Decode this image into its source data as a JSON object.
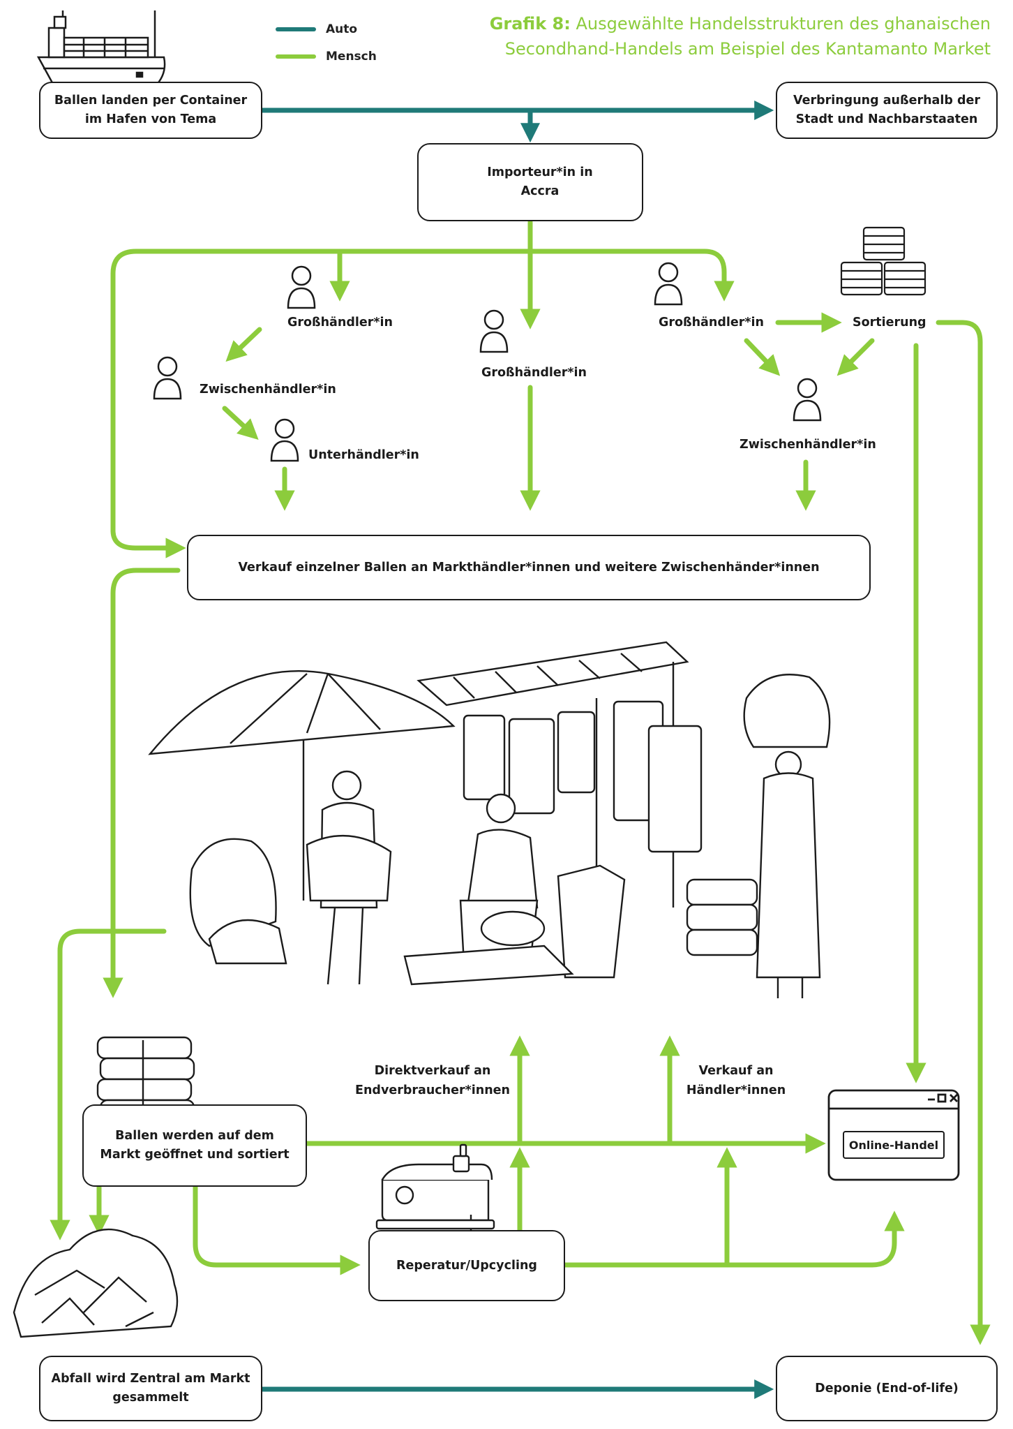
{
  "title": {
    "prefix": "Grafik 8:",
    "line1": "Ausgewählte Handelsstrukturen des ghanaischen",
    "line2": "Secondhand-Handels am Beispiel des Kantamanto Market"
  },
  "legend": {
    "auto": "Auto",
    "mensch": "Mensch",
    "auto_color": "#1f7a78",
    "mensch_color": "#8ccc3c"
  },
  "boxes": {
    "ballen_landen": "Ballen landen per Container im Hafen von Tema",
    "verbringung": "Verbringung außerhalb der Stadt und Nachbarstaaten",
    "importeur": "Importeur*in in Accra",
    "verkauf_ballen": "Verkauf einzelner Ballen an Markthändler*innen und weitere Zwischenhänder*innen",
    "ballen_geoeffnet": "Ballen werden auf dem Markt geöffnet und sortiert",
    "online_handel": "Online-Handel",
    "reperatur": "Reperatur/Upcycling",
    "abfall": "Abfall wird Zentral am Markt gesammelt",
    "deponie": "Deponie (End-of-life)"
  },
  "labels": {
    "grosshaendler_left": "Großhändler*in",
    "grosshaendler_center": "Großhändler*in",
    "grosshaendler_right": "Großhändler*in",
    "sortierung": "Sortierung",
    "zwischenhaendler_left": "Zwischenhändler*in",
    "unterhaendler": "Unterhändler*in",
    "zwischenhaendler_right": "Zwischenhändler*in",
    "direktverkauf_1": "Direktverkauf an",
    "direktverkauf_2": "Endverbraucher*innen",
    "verkauf_haendler_1": "Verkauf an",
    "verkauf_haendler_2": "Händler*innen"
  }
}
